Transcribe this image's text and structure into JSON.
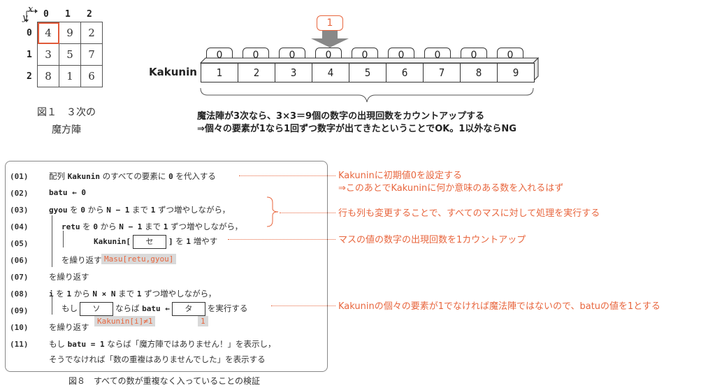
{
  "magic_square": {
    "axis_x": "x",
    "axis_y": "y",
    "col_labels": [
      "0",
      "1",
      "2"
    ],
    "row_labels": [
      "0",
      "1",
      "2"
    ],
    "cells": [
      [
        "4",
        "9",
        "2"
      ],
      [
        "3",
        "5",
        "7"
      ],
      [
        "8",
        "1",
        "6"
      ]
    ],
    "caption_line1": "図１　３次の",
    "caption_line2": "魔方陣"
  },
  "kakunin": {
    "label": "Kakunin",
    "indices": [
      "1",
      "2",
      "3",
      "4",
      "5",
      "6",
      "7",
      "8",
      "9"
    ],
    "counts": [
      "0",
      "0",
      "0",
      "0",
      "0",
      "0",
      "0",
      "0",
      "0"
    ],
    "incoming_value": "1",
    "explanation_line1": "魔法陣が3次なら、3×3＝9個の数字の出現回数をカウントアップする",
    "explanation_line2": "⇒個々の要素が1なら1回ずつ数字が出てきたということでOK。1以外ならNG"
  },
  "code": {
    "l01_num": "(01)",
    "l01_a": "配列",
    "l01_kw": "Kakunin",
    "l01_b": "のすべての要素に",
    "l01_kw2": "0",
    "l01_c": "を代入する",
    "l02_num": "(02)",
    "l02_text": "batu ← 0",
    "l03_num": "(03)",
    "l03_kw": "gyou",
    "l03_a": "を",
    "l03_kw2": "0",
    "l03_b": "から",
    "l03_kw3": "N − 1",
    "l03_c": "まで",
    "l03_kw4": "1",
    "l03_d": "ずつ増やしながら，",
    "l04_num": "(04)",
    "l04_kw": "retu",
    "l04_a": "を",
    "l04_kw2": "0",
    "l04_b": "から",
    "l04_kw3": "N − 1",
    "l04_c": "まで",
    "l04_kw4": "1",
    "l04_d": "ずつ増やしながら，",
    "l05_num": "(05)",
    "l05_kw": "Kakunin[",
    "l05_blank": "セ",
    "l05_kw2": "]",
    "l05_a": "を",
    "l05_kw3": "1",
    "l05_b": "増やす",
    "l06_num": "(06)",
    "l06_text": "を繰り返す",
    "l07_num": "(07)",
    "l07_text": "を繰り返す",
    "l08_num": "(08)",
    "l08_kw": "i",
    "l08_a": "を",
    "l08_kw2": "1",
    "l08_b": "から",
    "l08_kw3": "N × N",
    "l08_c": "まで",
    "l08_kw4": "1",
    "l08_d": "ずつ増やしながら，",
    "l09_num": "(09)",
    "l09_a": "もし",
    "l09_blank": "ソ",
    "l09_b": "ならば",
    "l09_kw": "batu ←",
    "l09_blank2": "タ",
    "l09_c": "を実行する",
    "l10_num": "(10)",
    "l10_text": "を繰り返す",
    "l11_num": "(11)",
    "l11_a": "もし",
    "l11_kw": "batu = 1",
    "l11_b": "ならば「魔方陣ではありません！」を表示し，",
    "l11_line2": "そうでなければ「数の重複はありませんでした」を表示する",
    "ans_se": "Masu[retu,gyou]",
    "ans_so": "Kakunin[i]≠1",
    "ans_ta": "1"
  },
  "figure_caption": "図８　すべての数が重複なく入っていることの検証",
  "notes": {
    "n1_line1": "Kakuninに初期値0を設定する",
    "n1_line2": "⇒このあとでKakuninに何か意味のある数を入れるはず",
    "n2": "行も列も変更することで、すべてのマスに対して処理を実行する",
    "n3": "マスの値の数字の出現回数を1カウントアップ",
    "n4": "Kakuninの個々の要素が1でなければ魔法陣ではないので、batuの値を1とする"
  },
  "colors": {
    "accent": "#e8663e",
    "grey_arrow": "#888888",
    "answer_bg": "#d9d9d9"
  }
}
